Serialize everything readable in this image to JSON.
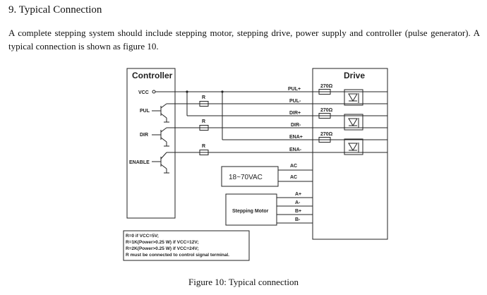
{
  "section": {
    "heading": "9. Typical Connection"
  },
  "intro": {
    "text": "A complete stepping system should include stepping motor, stepping drive, power supply and controller (pulse generator). A typical connection is shown as figure 10."
  },
  "figure": {
    "caption": "Figure 10: Typical connection",
    "controller": {
      "title": "Controller",
      "vcc": "VCC",
      "pul": "PUL",
      "dir": "DIR",
      "enable": "ENABLE"
    },
    "resistor_label": "R",
    "drive": {
      "title": "Drive",
      "terminals": [
        "PUL+",
        "PUL-",
        "DIR+",
        "DIR-",
        "ENA+",
        "ENA-"
      ],
      "ac_terminals": [
        "AC",
        "AC"
      ],
      "motor_terminals": [
        "A+",
        "A-",
        "B+",
        "B-"
      ],
      "resistor_value": "270Ω"
    },
    "power_supply": {
      "label": "18~70VAC"
    },
    "motor": {
      "label": "Stepping Motor"
    },
    "notes": [
      "R=0 if VCC=5V;",
      "R=1K(Power>0.25 W) if VCC=12V;",
      "R=2K(Power>0.25 W) if VCC=24V;",
      "R must be connected to control signal terminal."
    ]
  }
}
